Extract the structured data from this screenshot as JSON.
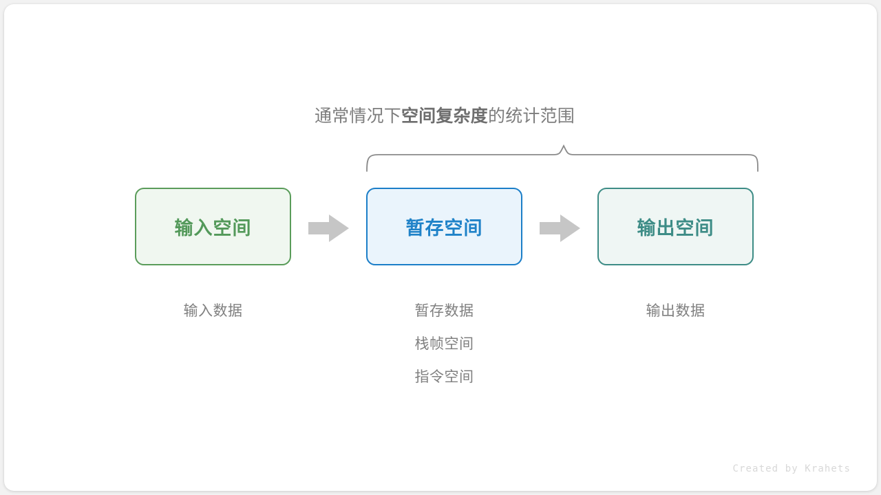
{
  "heading": {
    "prefix": "通常情况下",
    "emphasis": "空间复杂度",
    "suffix": "的统计范围"
  },
  "colors": {
    "green_border": "#5a9c5a",
    "green_fill": "#f0f7f0",
    "green_text": "#53995a",
    "blue_border": "#1b7ec8",
    "blue_fill": "#eaf4fc",
    "blue_text": "#1f82c8",
    "teal_border": "#3d8c86",
    "teal_fill": "#eff6f4",
    "teal_text": "#3d8c86",
    "arrow_gray": "#c6c6c6",
    "brace_gray": "#8a8a8a",
    "caption_gray": "#808080",
    "heading_gray": "#7d7d7d"
  },
  "boxes": [
    {
      "id": "input",
      "label": "输入空间"
    },
    {
      "id": "temp",
      "label": "暂存空间"
    },
    {
      "id": "output",
      "label": "输出空间"
    }
  ],
  "arrows": [
    {
      "id": "arrow-1",
      "name": "arrow-input-to-temp"
    },
    {
      "id": "arrow-2",
      "name": "arrow-temp-to-output"
    }
  ],
  "captions": {
    "input": {
      "lines": [
        "输入数据"
      ]
    },
    "temp": {
      "lines": [
        "暂存数据",
        "栈帧空间",
        "指令空间"
      ]
    },
    "output": {
      "lines": [
        "输出数据"
      ]
    }
  },
  "credit": "Created by Krahets"
}
